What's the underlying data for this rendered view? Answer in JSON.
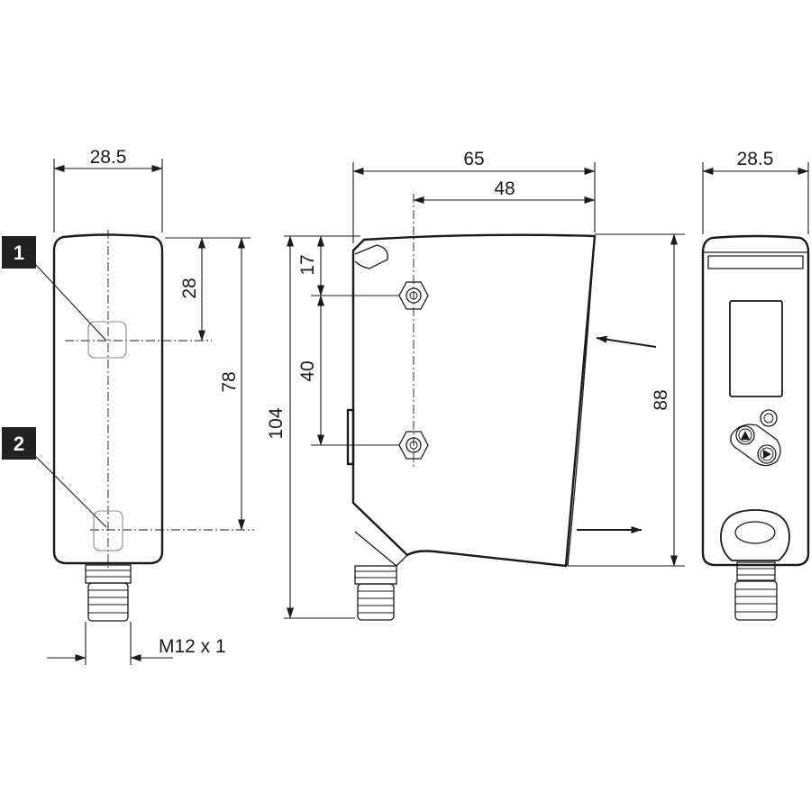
{
  "dimensions": {
    "left_width": "28.5",
    "left_hole_offset": "28",
    "left_hole_spacing": "78",
    "thread": "M12 x 1",
    "side_overall_depth": "65",
    "side_hole_depth": "48",
    "side_top_offset": "17",
    "side_hole_spacing": "40",
    "side_overall_height": "104",
    "side_body_height": "88",
    "right_width": "28.5"
  },
  "callouts": {
    "mount_hole_1": "1",
    "mount_hole_2": "2"
  }
}
